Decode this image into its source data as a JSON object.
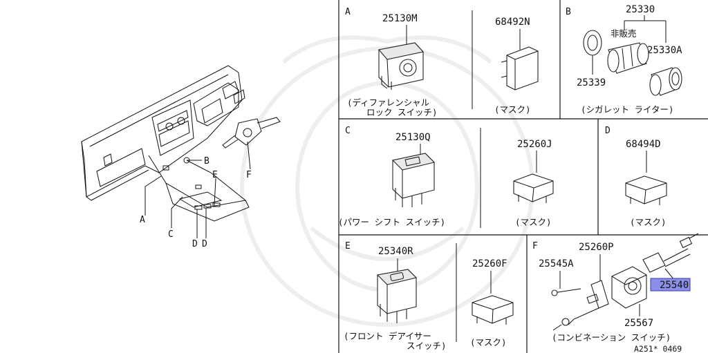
{
  "overview": {
    "labels": {
      "a": "A",
      "b": "B",
      "c": "C",
      "d1": "D",
      "d2": "D",
      "e": "E",
      "f": "F"
    }
  },
  "panels": {
    "a": {
      "letter": "A",
      "part1": "25130M",
      "part1_caption_l1": "(ディファレンシャル",
      "part1_caption_l2": "ロック スイッチ)",
      "part2": "68492N",
      "part2_caption": "(マスク)"
    },
    "b": {
      "letter": "B",
      "part_main": "25330",
      "not_sold": "非販売",
      "part_a": "25330A",
      "part_ring": "25339",
      "caption": "(シガレット ライター)"
    },
    "c": {
      "letter": "C",
      "part1": "25130Q",
      "part1_caption": "(パワー シフト スイッチ)",
      "part2": "25260J",
      "part2_caption": "(マスク)"
    },
    "d": {
      "letter": "D",
      "part": "68494D",
      "caption": "(マスク)"
    },
    "e": {
      "letter": "E",
      "part1": "25340R",
      "part1_caption_l1": "(フロント デアイサー",
      "part1_caption_l2": "スイッチ)",
      "part2": "25260F",
      "part2_caption": "(マスク)"
    },
    "f": {
      "letter": "F",
      "part_mask": "25260P",
      "part_screw": "25545A",
      "part_switch": "25540",
      "part_body": "25567",
      "caption": "(コンビネーション スイッチ)"
    }
  },
  "footer": {
    "code": "A251* 0469"
  },
  "colors": {
    "highlight": "#8b8fe8",
    "line": "#111111"
  }
}
